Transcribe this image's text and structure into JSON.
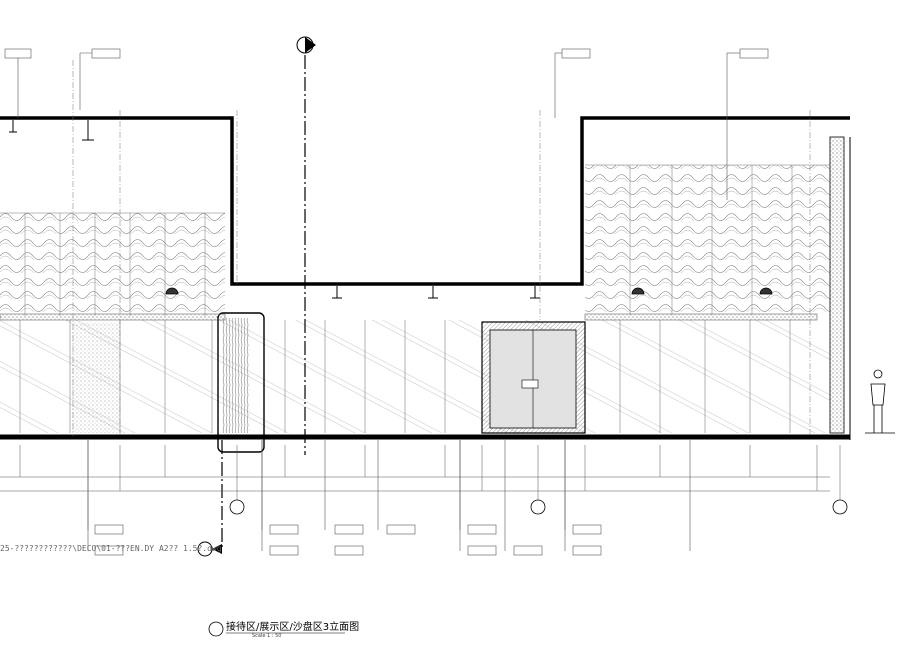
{
  "drawing": {
    "title": "接待区/展示区/沙盘区3立面图",
    "scale": "Scale 1 : 50",
    "file_path": "25-????????????\\DECO\\01-???EN.DY  A2?? 1.5?.dwg"
  },
  "colors": {
    "line": "#000000",
    "thin": "#555555",
    "hatch": "#888888",
    "panel_fill": "#d8d8d8"
  },
  "icons": {
    "section_marker": "section-marker-icon",
    "human_figure": "human-figure-icon",
    "wall_lamp": "wall-lamp-icon"
  }
}
